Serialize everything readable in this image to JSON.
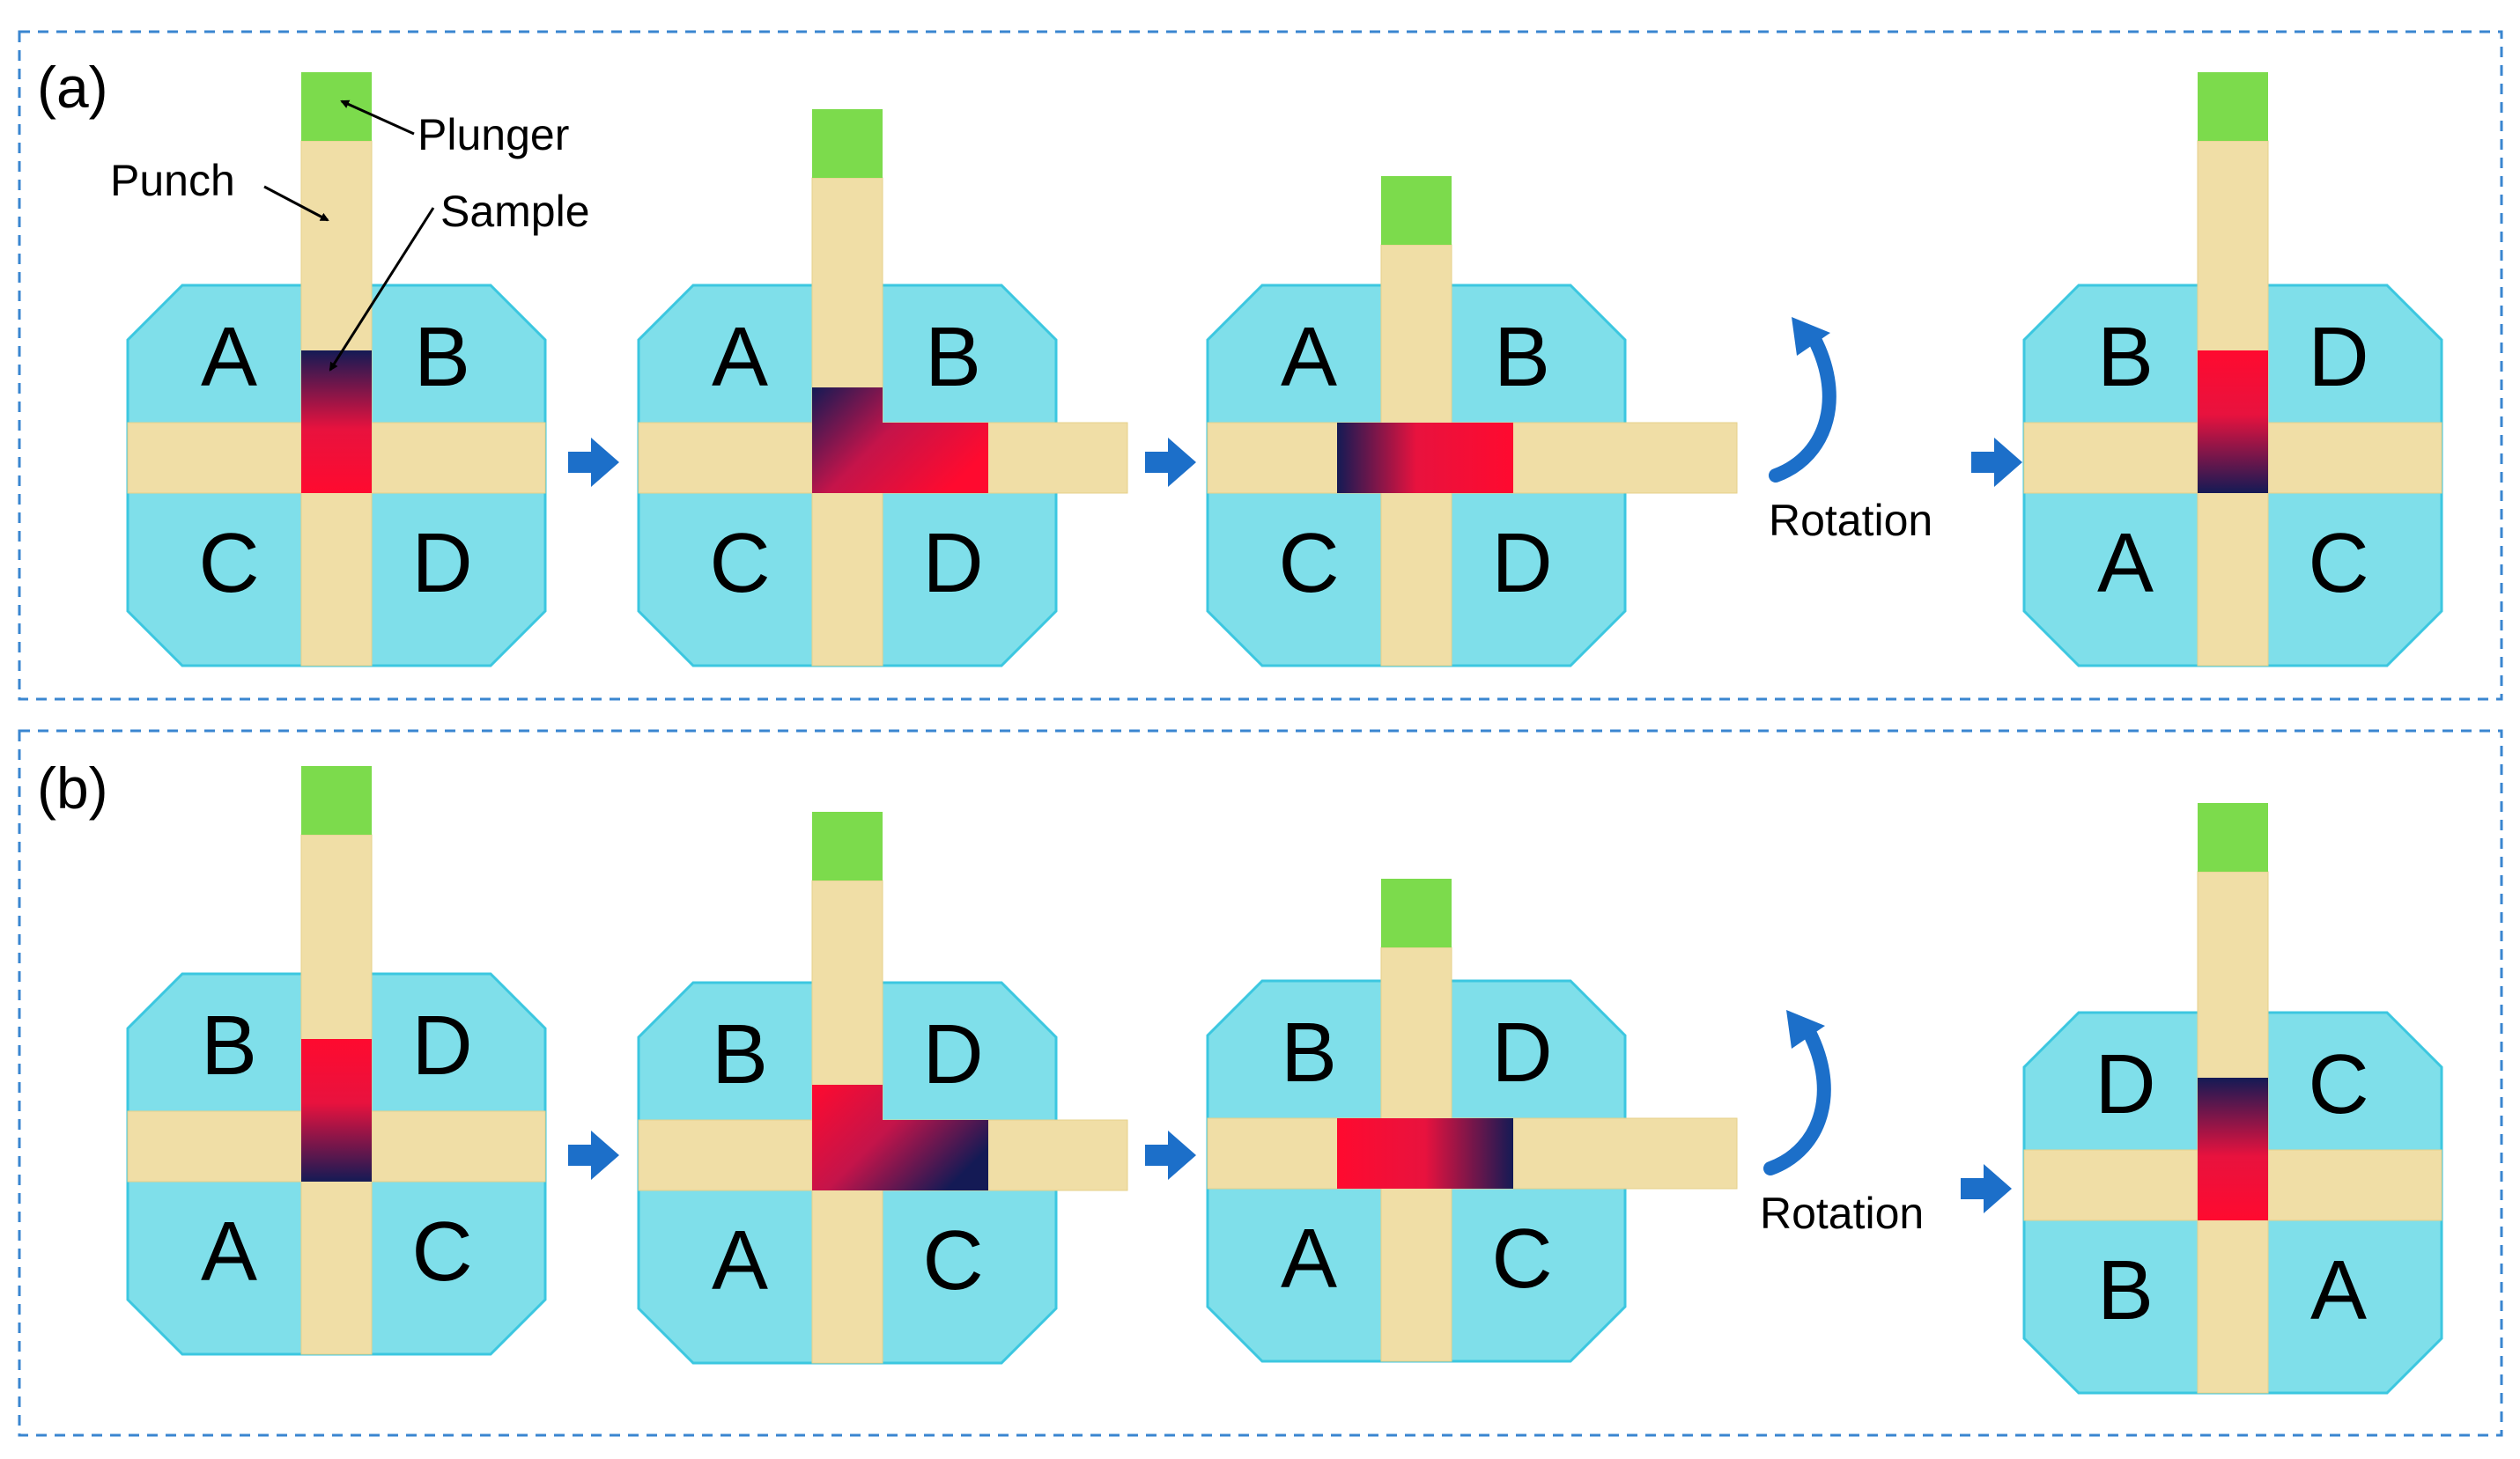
{
  "colors": {
    "die": "#7FDFEA",
    "die_edge": "#3CC7E0",
    "channel": "#F0DEA6",
    "plunger": "#7CDB4C",
    "sample_hot": "#FF0A2F",
    "sample_cold": "#141A55",
    "arrow": "#1C6FC9",
    "frame": "#3A86D0"
  },
  "panels": [
    {
      "label": "(a)",
      "annotations": {
        "plunger": "Plunger",
        "punch": "Punch",
        "sample": "Sample"
      },
      "rotation_label": "Rotation",
      "steps": [
        {
          "letters": [
            "A",
            "B",
            "C",
            "D"
          ]
        },
        {
          "letters": [
            "A",
            "B",
            "C",
            "D"
          ]
        },
        {
          "letters": [
            "A",
            "B",
            "C",
            "D"
          ]
        },
        {
          "letters": [
            "B",
            "D",
            "A",
            "C"
          ]
        }
      ]
    },
    {
      "label": "(b)",
      "rotation_label": "Rotation",
      "steps": [
        {
          "letters": [
            "B",
            "D",
            "A",
            "C"
          ]
        },
        {
          "letters": [
            "B",
            "D",
            "A",
            "C"
          ]
        },
        {
          "letters": [
            "B",
            "D",
            "A",
            "C"
          ]
        },
        {
          "letters": [
            "D",
            "C",
            "B",
            "A"
          ]
        }
      ]
    }
  ]
}
